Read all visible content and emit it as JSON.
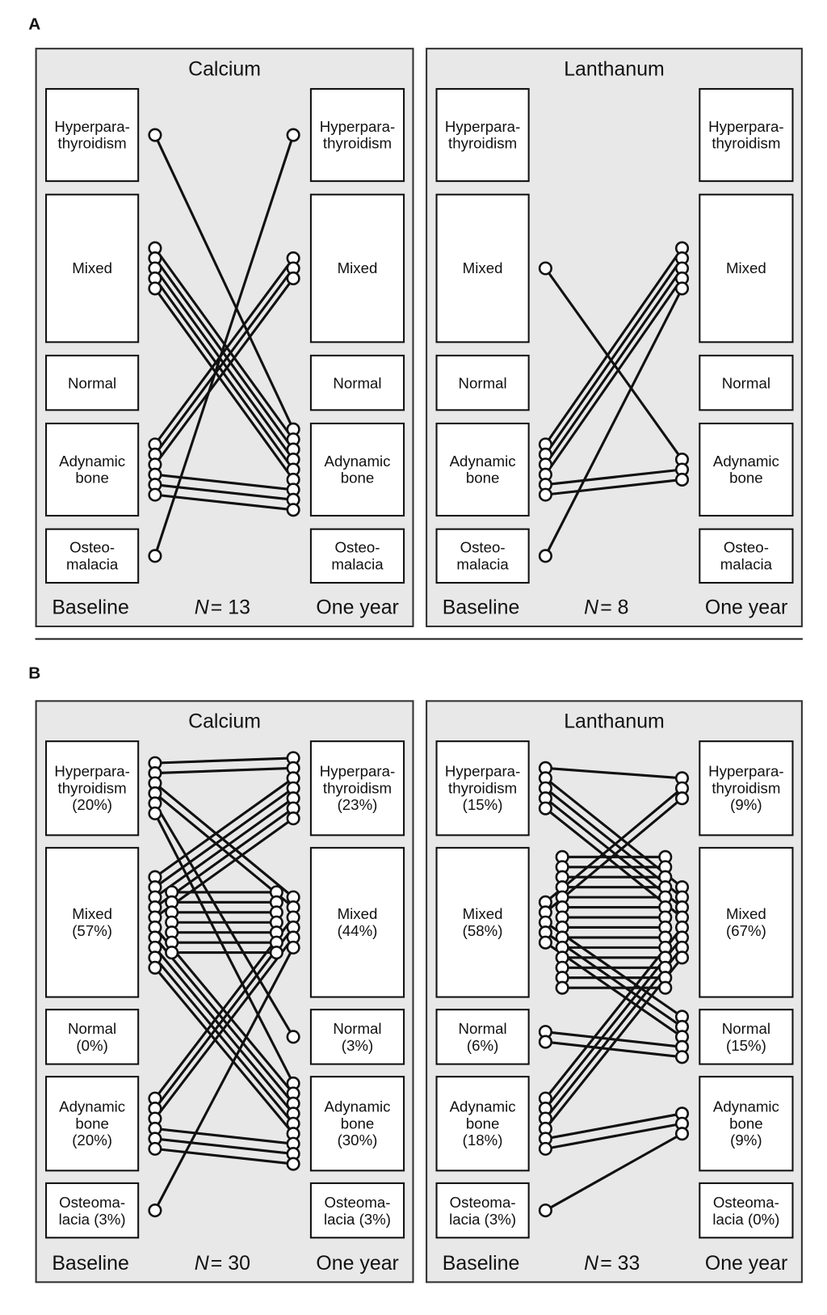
{
  "sections": [
    {
      "label": "A",
      "panels": [
        {
          "title": "Calcium",
          "baseline_label": "Baseline",
          "one_year_label": "One year",
          "n_symbol": "N",
          "n_value": "= 13",
          "baseline_categories": [
            "Hyperpara-\nthyroidism",
            "Mixed",
            "Normal",
            "Adynamic\nbone",
            "Osteo-\nmalacia"
          ],
          "one_year_categories": [
            "Hyperpara-\nthyroidism",
            "Mixed",
            "Normal",
            "Adynamic\nbone",
            "Osteo-\nmalacia"
          ],
          "transitions": [
            [
              0,
              3,
              1
            ],
            [
              1,
              3,
              5
            ],
            [
              3,
              1,
              3
            ],
            [
              3,
              3,
              3
            ],
            [
              4,
              0,
              1
            ]
          ]
        },
        {
          "title": "Lanthanum",
          "baseline_label": "Baseline",
          "one_year_label": "One year",
          "n_symbol": "N",
          "n_value": "= 8",
          "baseline_categories": [
            "Hyperpara-\nthyroidism",
            "Mixed",
            "Normal",
            "Adynamic\nbone",
            "Osteo-\nmalacia"
          ],
          "one_year_categories": [
            "Hyperpara-\nthyroidism",
            "Mixed",
            "Normal",
            "Adynamic\nbone",
            "Osteo-\nmalacia"
          ],
          "transitions": [
            [
              1,
              3,
              1
            ],
            [
              3,
              1,
              4
            ],
            [
              3,
              3,
              2
            ],
            [
              4,
              1,
              1
            ]
          ]
        }
      ]
    },
    {
      "label": "B",
      "panels": [
        {
          "title": "Calcium",
          "baseline_label": "Baseline",
          "one_year_label": "One year",
          "n_symbol": "N",
          "n_value": "= 30",
          "baseline_categories": [
            "Hyperpara-\nthyroidism\n(20%)",
            "Mixed\n(57%)",
            "Normal\n(0%)",
            "Adynamic\nbone\n(20%)",
            "Osteoma-\nlacia (3%)"
          ],
          "one_year_categories": [
            "Hyperpara-\nthyroidism\n(23%)",
            "Mixed\n(44%)",
            "Normal\n(3%)",
            "Adynamic\nbone\n(30%)",
            "Osteoma-\nlacia (3%)"
          ],
          "transitions": [
            [
              0,
              0,
              2
            ],
            [
              0,
              1,
              2
            ],
            [
              0,
              2,
              1
            ],
            [
              0,
              3,
              1
            ],
            [
              1,
              0,
              5
            ],
            [
              1,
              1,
              7
            ],
            [
              1,
              3,
              5
            ],
            [
              3,
              1,
              3
            ],
            [
              3,
              3,
              3
            ],
            [
              4,
              1,
              1
            ]
          ]
        },
        {
          "title": "Lanthanum",
          "baseline_label": "Baseline",
          "one_year_label": "One year",
          "n_symbol": "N",
          "n_value": "= 33",
          "baseline_categories": [
            "Hyperpara-\nthyroidism\n(15%)",
            "Mixed\n(58%)",
            "Normal\n(6%)",
            "Adynamic\nbone\n(18%)",
            "Osteoma-\nlacia (3%)"
          ],
          "one_year_categories": [
            "Hyperpara-\nthyroidism\n(9%)",
            "Mixed\n(67%)",
            "Normal\n(15%)",
            "Adynamic\nbone\n(9%)",
            "Osteoma-\nlacia (0%)"
          ],
          "transitions": [
            [
              0,
              0,
              1
            ],
            [
              0,
              1,
              4
            ],
            [
              1,
              0,
              2
            ],
            [
              1,
              1,
              14
            ],
            [
              1,
              2,
              3
            ],
            [
              2,
              2,
              2
            ],
            [
              3,
              1,
              4
            ],
            [
              3,
              3,
              2
            ],
            [
              4,
              3,
              1
            ]
          ]
        }
      ]
    }
  ]
}
